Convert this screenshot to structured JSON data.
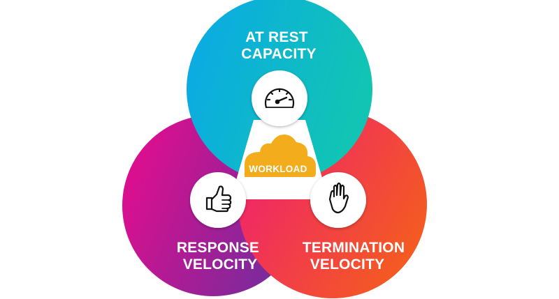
{
  "diagram": {
    "title": "Venn diagram of workload factors",
    "circles": [
      {
        "id": "top",
        "label_lines": [
          "AT REST",
          "CAPACITY"
        ],
        "icon": "speedometer-icon",
        "gradient": [
          "#0aa8e8",
          "#11c4b4"
        ]
      },
      {
        "id": "left",
        "label_lines": [
          "RESPONSE",
          "VELOCITY"
        ],
        "icon": "thumbs-up-icon",
        "gradient": [
          "#ec0a8c",
          "#7b2a9c"
        ]
      },
      {
        "id": "right",
        "label_lines": [
          "TERMINATION",
          "VELOCITY"
        ],
        "icon": "raised-hand-icon",
        "gradient": [
          "#ee1a78",
          "#f45a22"
        ]
      }
    ],
    "center": {
      "label": "WORKLOAD",
      "icon": "cloud-icon",
      "color": "#f2ac1c"
    }
  }
}
